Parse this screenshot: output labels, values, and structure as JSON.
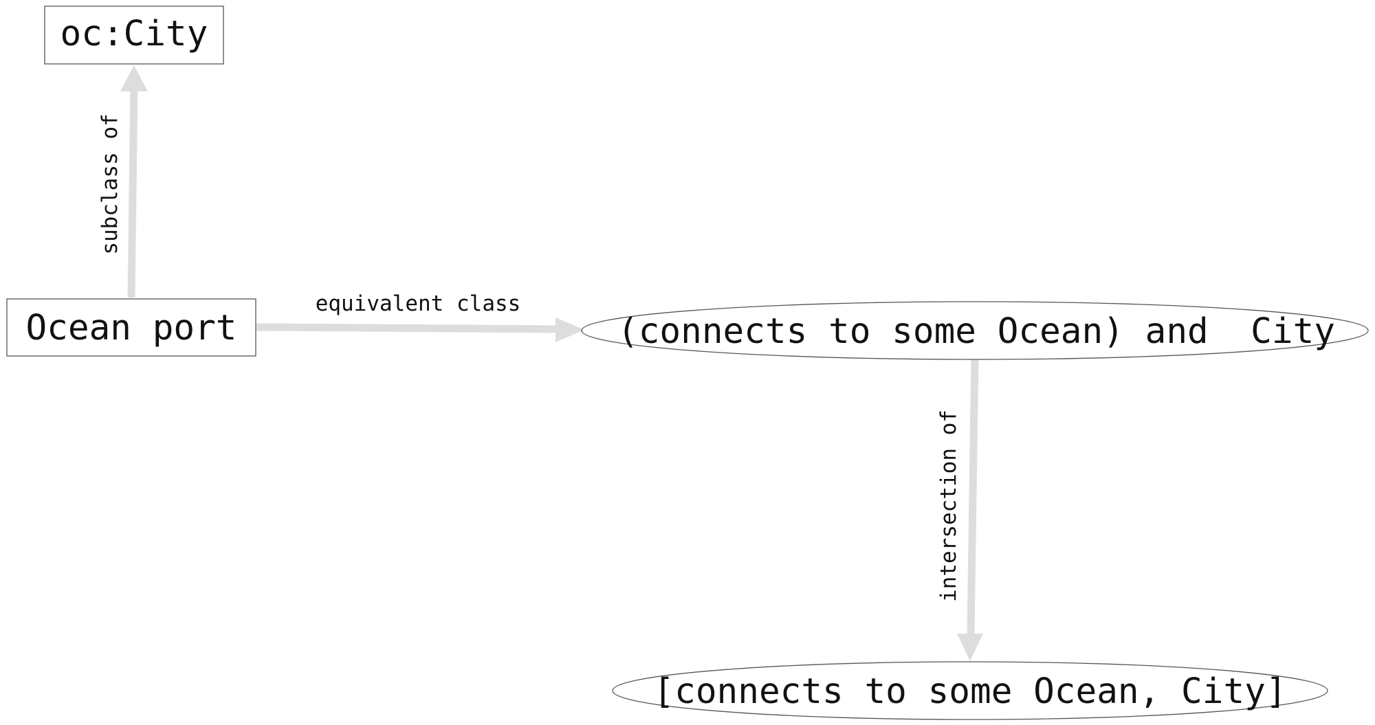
{
  "diagram": {
    "nodes": {
      "oc_city": {
        "label": "oc:City",
        "shape": "rectangle"
      },
      "ocean_port": {
        "label": "Ocean port",
        "shape": "rectangle"
      },
      "conjunction": {
        "label": "(connects to some Ocean) and  City",
        "shape": "ellipse"
      },
      "operands": {
        "label": "[connects to some Ocean, City]",
        "shape": "ellipse"
      }
    },
    "edges": {
      "subclass_of": {
        "label": "subclass of",
        "from": "Ocean port",
        "to": "oc:City"
      },
      "equivalent_class": {
        "label": "equivalent class",
        "from": "Ocean port",
        "to": "(connects to some Ocean) and  City"
      },
      "intersection_of": {
        "label": "intersection of",
        "from": "(connects to some Ocean) and  City",
        "to": "[connects to some Ocean, City]"
      }
    },
    "colors": {
      "edge": "#dddddd",
      "node_border": "#555555",
      "text": "#111111",
      "background": "#ffffff"
    }
  }
}
